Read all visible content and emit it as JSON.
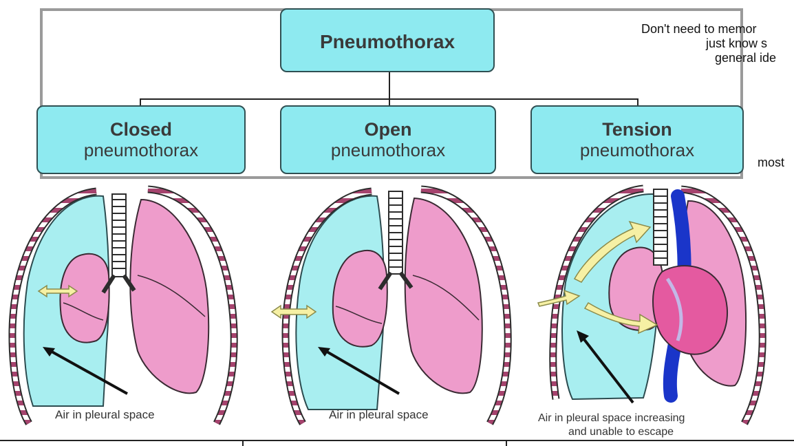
{
  "diagram": {
    "root": "Pneumothorax",
    "children": [
      {
        "title": "Closed",
        "subtitle": "pneumothorax"
      },
      {
        "title": "Open",
        "subtitle": "pneumothorax"
      },
      {
        "title": "Tension",
        "subtitle": "pneumothorax"
      }
    ]
  },
  "notes": {
    "line1": "Don't need to memor",
    "line2": "just know s",
    "line3": "general ide",
    "side": "most"
  },
  "illustrations": {
    "closed_label": "Air in pleural space",
    "open_label": "Air in pleural space",
    "tension_label_line1": "Air in pleural space increasing",
    "tension_label_line2": "and unable to escape"
  },
  "colors": {
    "box_fill": "#8eeaf0",
    "pleural_air": "#a8eef0",
    "lung": "#ee9ccb",
    "heart": "#e45aa0",
    "vein": "#1a35c9",
    "arrow": "#f6f0a4"
  }
}
